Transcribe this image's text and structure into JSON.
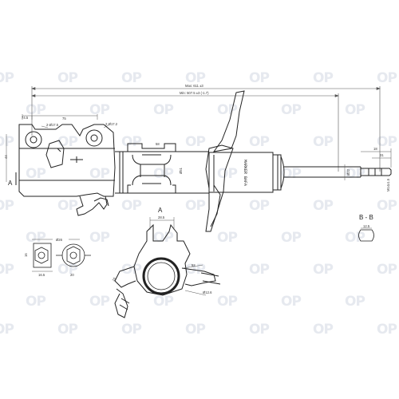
{
  "watermark": {
    "text": "OP",
    "color": "#e6e9ef"
  },
  "dimensions": {
    "max_length": "Max: 611 ±3",
    "min_length": "Min: 507.5 ±3 (-1.7)",
    "d_74_5": "74.5",
    "d_75": "75",
    "d_hole_left": "2-Ø17.5",
    "d_hole_right": "2-Ø17.2",
    "d_44": "44",
    "d_58": "58",
    "d_body": "Ø51",
    "d_18": "18",
    "d_31": "31",
    "d_rod": "Ø22",
    "d_thread": "M14x1.5",
    "d_28_5": "28.5",
    "d_52": "52",
    "d_bolt": "Ø12.6",
    "d_10": "10",
    "d_clamp_hole": "Ø26",
    "d_nut": "16",
    "d_16_5": "16.5",
    "d_20": "20",
    "d_bb": "12.5"
  },
  "labels": {
    "section_a": "A",
    "section_a_detail": "A",
    "section_bb": "B - B",
    "part_marking": "MARKER BAFA"
  },
  "colors": {
    "line": "#222222",
    "dim_line": "#555555"
  }
}
